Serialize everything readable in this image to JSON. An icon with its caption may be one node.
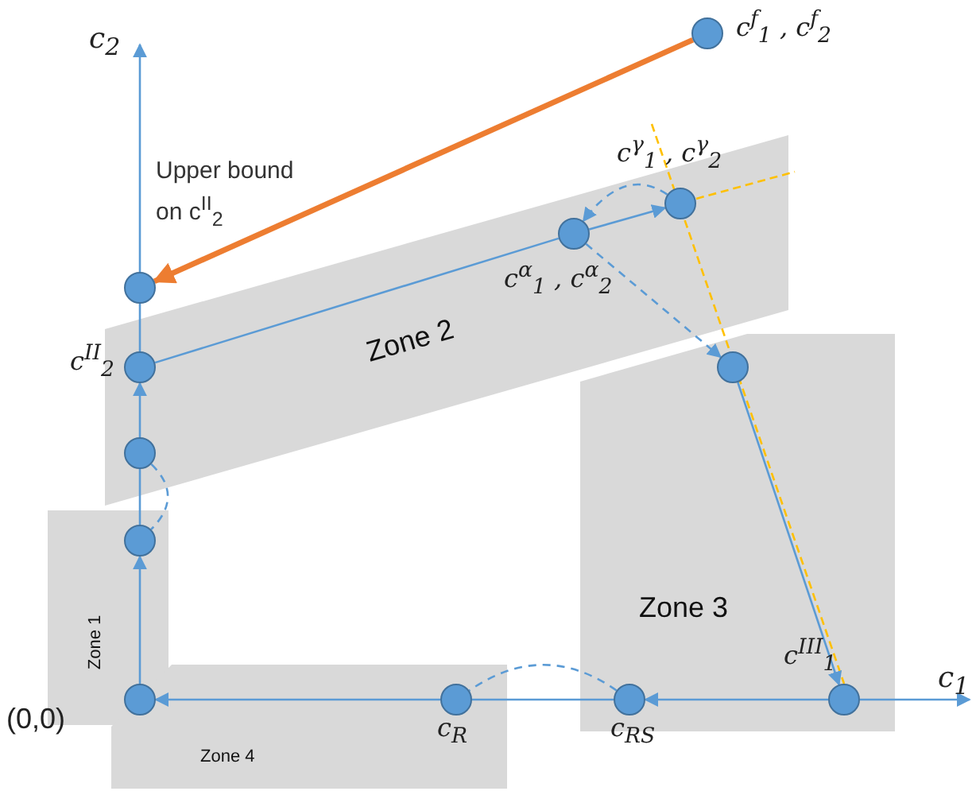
{
  "diagram": {
    "nodes": [
      {
        "text": [
          "Zone 2"
        ]
      },
      {
        "text": [
          "Zone 1"
        ]
      },
      {
        "text": [
          "Zone 3"
        ]
      },
      {
        "text": [
          "Zone 4"
        ]
      },
      {
        "text": [],
        "shape": "circle",
        "beside": [
          "c$^{f}$$_{1}$ , c$^{f}$$_{2}$"
        ]
      },
      {
        "text": [],
        "shape": "circle",
        "in": 0,
        "beside": [
          "c$^{γ}$$_{1}$ , c$^{γ}$$_{2}$"
        ]
      },
      {
        "text": [],
        "shape": "circle",
        "in": 0,
        "beside": [
          "c$^{α}$$_{1}$ , c$^{α}$$_{2}$"
        ]
      },
      {
        "text": [],
        "shape": "circle"
      },
      {
        "text": [],
        "shape": "circle",
        "in": 0,
        "beside": [
          "c$^{II}$$_{2}$"
        ]
      },
      {
        "text": [],
        "shape": "circle",
        "in": 2
      },
      {
        "text": [],
        "shape": "circle",
        "in": 0
      },
      {
        "text": [],
        "shape": "circle",
        "in": 1
      },
      {
        "text": [],
        "shape": "circle"
      },
      {
        "text": [],
        "shape": "circle",
        "in": 3,
        "beside": [
          "c$_{R}$"
        ]
      },
      {
        "text": [],
        "shape": "circle",
        "in": 2,
        "beside": [
          "c$_{RS}$"
        ]
      },
      {
        "text": [],
        "shape": "circle",
        "in": 2,
        "beside": [
          "c$^{III}$$_{1}$"
        ]
      }
    ],
    "edges": [
      {
        "from": 4,
        "to": 7,
        "arrow": "to",
        "label": "Upper bound on c$^{II}$$_{2}$",
        "style": "thick",
        "color": "#ed7d31"
      },
      {
        "from": 8,
        "to": 6,
        "arrow": "none"
      },
      {
        "from": 6,
        "to": 5,
        "arrow": "to"
      },
      {
        "from": 5,
        "to": 6,
        "arrow": "to",
        "style": "dashed"
      },
      {
        "from": 6,
        "to": 9,
        "arrow": "to",
        "style": "dashed"
      },
      {
        "from": 9,
        "to": 15,
        "arrow": "to"
      },
      {
        "from": 15,
        "to": 14,
        "arrow": "to"
      },
      {
        "from": 14,
        "to": 13,
        "arrow": "none"
      },
      {
        "from": 14,
        "to": 13,
        "arrow": "none",
        "style": "dashed"
      },
      {
        "from": 13,
        "to": 12,
        "arrow": "to"
      },
      {
        "from": 12,
        "to": 11,
        "arrow": "to"
      },
      {
        "from": 11,
        "to": 10,
        "arrow": "none"
      },
      {
        "from": 10,
        "to": 11,
        "arrow": "none",
        "style": "dashed"
      },
      {
        "from": 10,
        "to": 8,
        "arrow": "to"
      },
      {
        "from": 8,
        "to": 7,
        "arrow": "none"
      }
    ],
    "labels": [
      "c$_{2}$",
      "(0,0)",
      "c$_{1}$"
    ]
  }
}
